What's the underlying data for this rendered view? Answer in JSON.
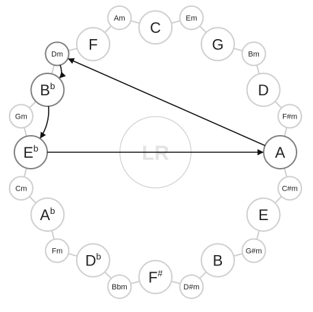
{
  "center_label": "LR",
  "major": [
    {
      "key": "C",
      "label": "C",
      "sup": ""
    },
    {
      "key": "G",
      "label": "G",
      "sup": ""
    },
    {
      "key": "D",
      "label": "D",
      "sup": ""
    },
    {
      "key": "A",
      "label": "A",
      "sup": "",
      "active": true
    },
    {
      "key": "E",
      "label": "E",
      "sup": ""
    },
    {
      "key": "B",
      "label": "B",
      "sup": ""
    },
    {
      "key": "Fs",
      "label": "F",
      "sup": "#"
    },
    {
      "key": "Db",
      "label": "D",
      "sup": "b"
    },
    {
      "key": "Ab",
      "label": "A",
      "sup": "b"
    },
    {
      "key": "Eb",
      "label": "E",
      "sup": "b",
      "active": true
    },
    {
      "key": "Bb",
      "label": "B",
      "sup": "b",
      "active": true
    },
    {
      "key": "F",
      "label": "F",
      "sup": ""
    }
  ],
  "minor": [
    {
      "key": "Em",
      "label": "Em"
    },
    {
      "key": "Bm",
      "label": "Bm"
    },
    {
      "key": "Fsm",
      "label": "F#m"
    },
    {
      "key": "Csm",
      "label": "C#m"
    },
    {
      "key": "Gsm",
      "label": "G#m"
    },
    {
      "key": "Dsm",
      "label": "D#m"
    },
    {
      "key": "Bbm",
      "label": "Bbm"
    },
    {
      "key": "Fm",
      "label": "Fm"
    },
    {
      "key": "Cm",
      "label": "Cm"
    },
    {
      "key": "Gm",
      "label": "Gm"
    },
    {
      "key": "Dm",
      "label": "Dm",
      "active": true
    },
    {
      "key": "Am",
      "label": "Am"
    }
  ],
  "arrows": [
    {
      "from": "Eb",
      "to": "A",
      "curve": false
    },
    {
      "from": "A",
      "to": "Dm",
      "curve": false
    },
    {
      "from": "Dm",
      "to": "Bb",
      "curve": true
    },
    {
      "from": "Bb",
      "to": "Eb",
      "curve": true
    }
  ]
}
